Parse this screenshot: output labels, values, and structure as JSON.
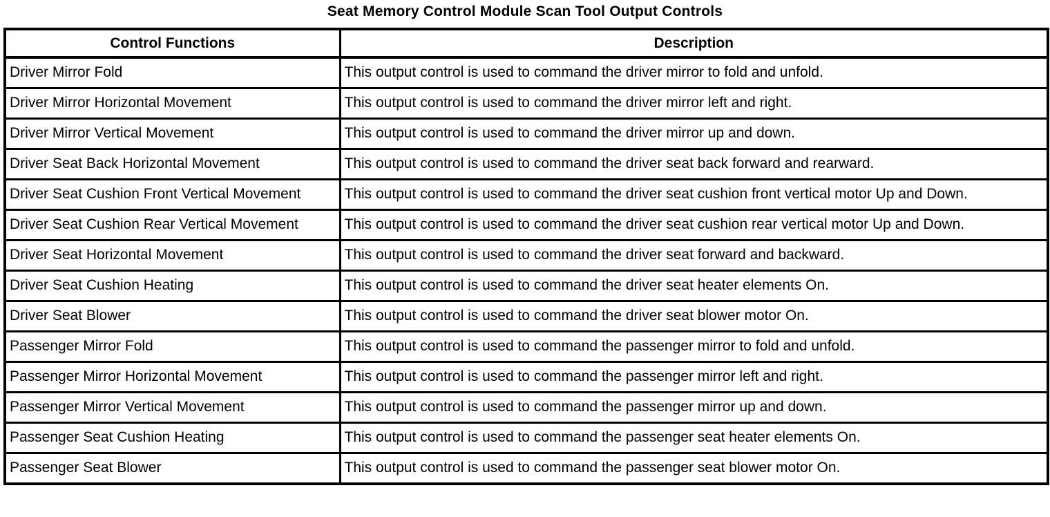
{
  "title": "Seat Memory Control Module Scan Tool Output Controls",
  "table": {
    "columns": [
      "Control Functions",
      "Description"
    ],
    "rows": [
      {
        "function": "Driver Mirror Fold",
        "description": "This output control is used to command the driver mirror to fold and unfold."
      },
      {
        "function": "Driver Mirror Horizontal Movement",
        "description": "This output control is used to command the driver mirror left and right."
      },
      {
        "function": "Driver Mirror Vertical Movement",
        "description": "This output control is used to command the driver mirror up and down."
      },
      {
        "function": "Driver Seat Back Horizontal Movement",
        "description": "This output control is used to command the driver seat back forward and rearward."
      },
      {
        "function": "Driver Seat Cushion Front Vertical Movement",
        "description": "This output control is used to command the driver seat cushion front vertical motor Up and Down."
      },
      {
        "function": "Driver Seat Cushion Rear Vertical Movement",
        "description": "This output control is used to command the driver seat cushion rear vertical motor Up and Down."
      },
      {
        "function": "Driver Seat Horizontal Movement",
        "description": "This output control is used to command the driver seat forward and backward."
      },
      {
        "function": "Driver Seat Cushion Heating",
        "description": "This output control is used to command the driver seat heater elements On."
      },
      {
        "function": "Driver Seat Blower",
        "description": "This output control is used to command the driver seat blower motor On."
      },
      {
        "function": "Passenger Mirror Fold",
        "description": "This output control is used to command the passenger mirror to fold and unfold."
      },
      {
        "function": "Passenger Mirror Horizontal Movement",
        "description": "This output control is used to command the passenger mirror left and right."
      },
      {
        "function": "Passenger Mirror Vertical Movement",
        "description": "This output control is used to command the passenger mirror up and down."
      },
      {
        "function": "Passenger Seat Cushion Heating",
        "description": "This output control is used to command the passenger seat heater elements On."
      },
      {
        "function": "Passenger Seat Blower",
        "description": "This output control is used to command the passenger seat blower motor On."
      }
    ]
  },
  "colors": {
    "text": "#000000",
    "background": "#ffffff",
    "border": "#000000"
  }
}
